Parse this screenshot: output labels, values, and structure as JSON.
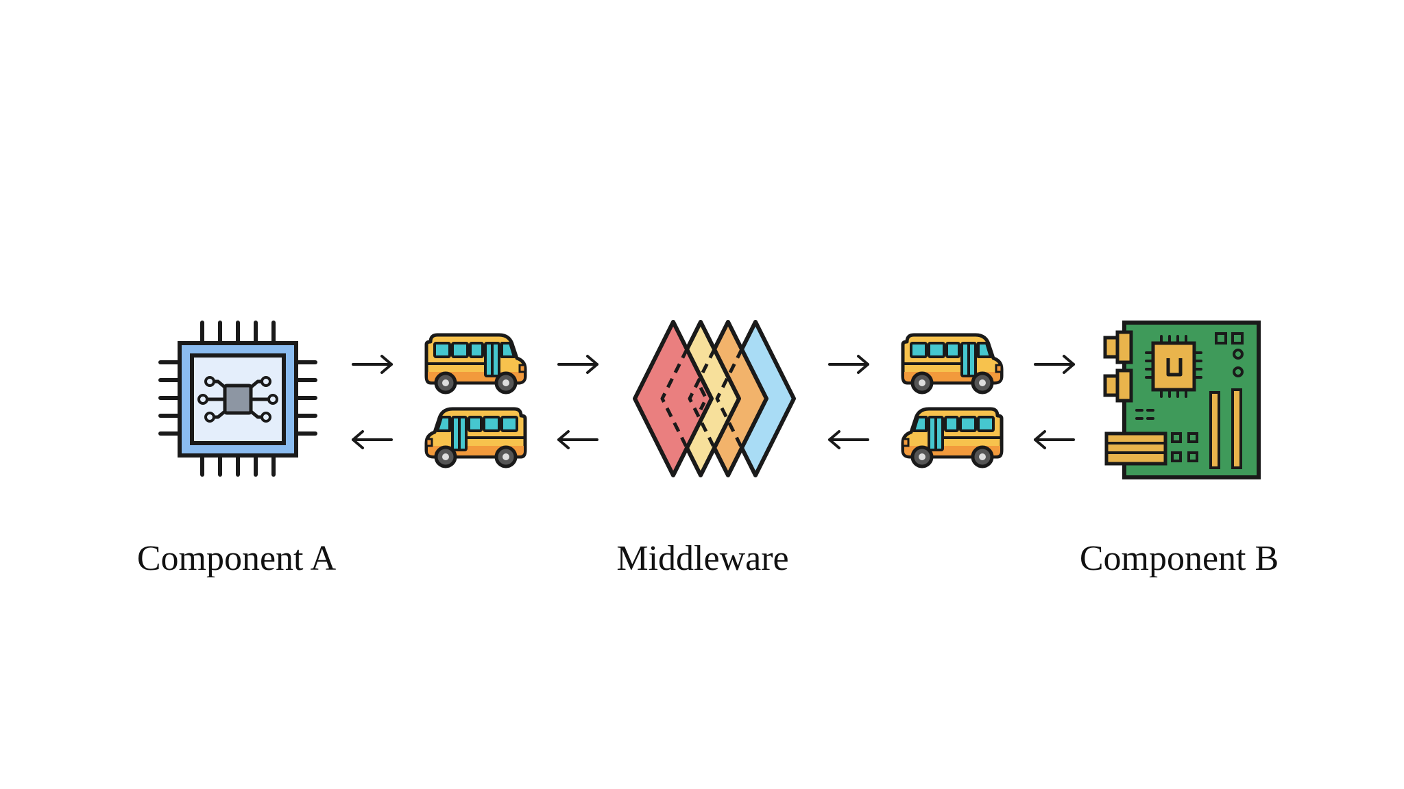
{
  "diagram": {
    "nodes": {
      "component_a": {
        "label": "Component A",
        "icon": "cpu-chip-icon"
      },
      "middleware": {
        "label": "Middleware",
        "icon": "layered-diamonds-icon"
      },
      "component_b": {
        "label": "Component B",
        "icon": "motherboard-icon"
      }
    },
    "connectors": {
      "icon": "bus-icon",
      "arrows": [
        "arrow-right",
        "arrow-left"
      ]
    },
    "colors": {
      "outline": "#1a1a1a",
      "chip_blue": "#8bbcf0",
      "chip_inner": "#e4eefb",
      "chip_core": "#8d96a3",
      "bus_body": "#f7c24d",
      "bus_window": "#46c7cf",
      "bus_orange": "#f29a3c",
      "layer_red": "#ea7f7f",
      "layer_yellow": "#f7e09b",
      "layer_orange": "#f2b36b",
      "layer_blue": "#a9dcf5",
      "board_green": "#3f9a5a",
      "board_gold": "#e9b44c"
    }
  }
}
